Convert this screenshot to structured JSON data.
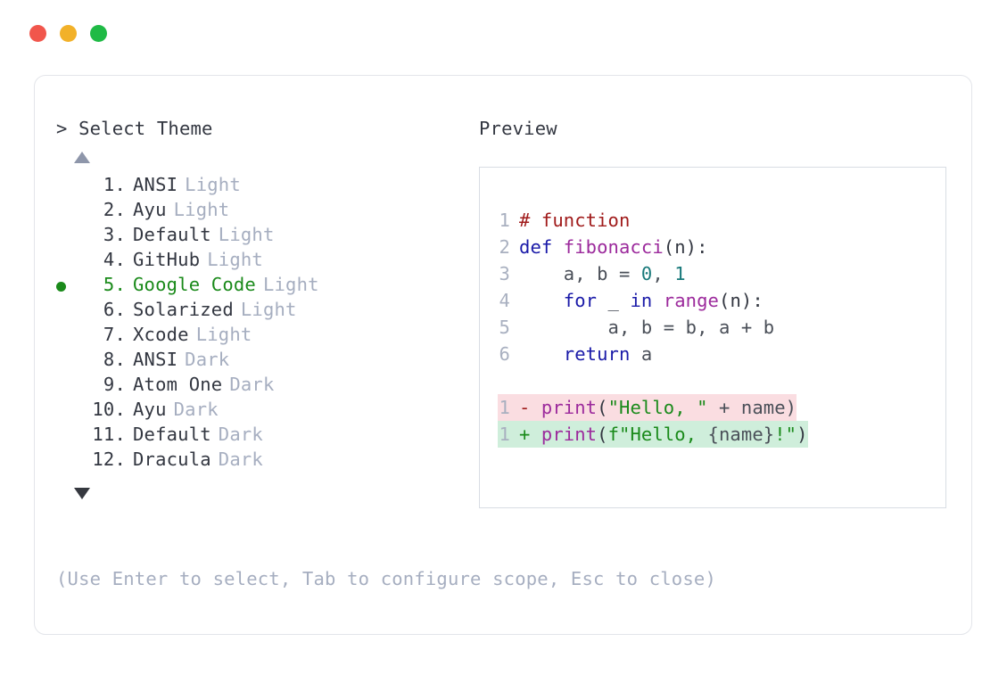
{
  "window": {
    "traffic_lights": [
      {
        "name": "close-button",
        "color": "#F1564C"
      },
      {
        "name": "minimize-button",
        "color": "#F2B129"
      },
      {
        "name": "maximize-button",
        "color": "#1FBA45"
      }
    ]
  },
  "prompt": {
    "marker": ">",
    "title": "Select Theme",
    "scroll_up_indicator": "▲",
    "scroll_down_indicator": "▼"
  },
  "themes": [
    {
      "index": "1.",
      "name": "ANSI",
      "mode": "Light",
      "selected": false
    },
    {
      "index": "2.",
      "name": "Ayu",
      "mode": "Light",
      "selected": false
    },
    {
      "index": "3.",
      "name": "Default",
      "mode": "Light",
      "selected": false
    },
    {
      "index": "4.",
      "name": "GitHub",
      "mode": "Light",
      "selected": false
    },
    {
      "index": "5.",
      "name": "Google Code",
      "mode": "Light",
      "selected": true
    },
    {
      "index": "6.",
      "name": "Solarized",
      "mode": "Light",
      "selected": false
    },
    {
      "index": "7.",
      "name": "Xcode",
      "mode": "Light",
      "selected": false
    },
    {
      "index": "8.",
      "name": "ANSI",
      "mode": "Dark",
      "selected": false
    },
    {
      "index": "9.",
      "name": "Atom One",
      "mode": "Dark",
      "selected": false
    },
    {
      "index": "10.",
      "name": "Ayu",
      "mode": "Dark",
      "selected": false
    },
    {
      "index": "11.",
      "name": "Default",
      "mode": "Dark",
      "selected": false
    },
    {
      "index": "12.",
      "name": "Dracula",
      "mode": "Dark",
      "selected": false
    }
  ],
  "hint": "(Use Enter to select, Tab to configure scope, Esc to close)",
  "preview": {
    "title": "Preview",
    "code": [
      {
        "n": "1",
        "tokens": [
          {
            "t": "# function",
            "c": "tok-comment"
          }
        ]
      },
      {
        "n": "2",
        "tokens": [
          {
            "t": "def ",
            "c": "tok-kw"
          },
          {
            "t": "fibonacci",
            "c": "tok-fn"
          },
          {
            "t": "(n):",
            "c": "tok-punc"
          }
        ]
      },
      {
        "n": "3",
        "tokens": [
          {
            "t": "    a, b = ",
            "c": "tok-plain"
          },
          {
            "t": "0",
            "c": "tok-num"
          },
          {
            "t": ", ",
            "c": "tok-plain"
          },
          {
            "t": "1",
            "c": "tok-num"
          }
        ]
      },
      {
        "n": "4",
        "tokens": [
          {
            "t": "    ",
            "c": "tok-plain"
          },
          {
            "t": "for",
            "c": "tok-kw"
          },
          {
            "t": " _ ",
            "c": "tok-plain"
          },
          {
            "t": "in",
            "c": "tok-kw"
          },
          {
            "t": " ",
            "c": "tok-plain"
          },
          {
            "t": "range",
            "c": "tok-fn"
          },
          {
            "t": "(n):",
            "c": "tok-punc"
          }
        ]
      },
      {
        "n": "5",
        "tokens": [
          {
            "t": "        a, b = b, a + b",
            "c": "tok-plain"
          }
        ]
      },
      {
        "n": "6",
        "tokens": [
          {
            "t": "    ",
            "c": "tok-plain"
          },
          {
            "t": "return",
            "c": "tok-kw"
          },
          {
            "t": " a",
            "c": "tok-plain"
          }
        ]
      }
    ],
    "diff": [
      {
        "n": "1",
        "kind": "del",
        "sign": "-",
        "tokens": [
          {
            "t": "print",
            "c": "tok-fn"
          },
          {
            "t": "(",
            "c": "tok-punc"
          },
          {
            "t": "\"Hello, \"",
            "c": "tok-str"
          },
          {
            "t": " + name)",
            "c": "tok-plain"
          }
        ]
      },
      {
        "n": "1",
        "kind": "add",
        "sign": "+",
        "tokens": [
          {
            "t": "print",
            "c": "tok-fn"
          },
          {
            "t": "(",
            "c": "tok-punc"
          },
          {
            "t": "f\"Hello, ",
            "c": "tok-str"
          },
          {
            "t": "{name}",
            "c": "tok-plain"
          },
          {
            "t": "!\"",
            "c": "tok-str"
          },
          {
            "t": ")",
            "c": "tok-punc"
          }
        ]
      }
    ]
  }
}
